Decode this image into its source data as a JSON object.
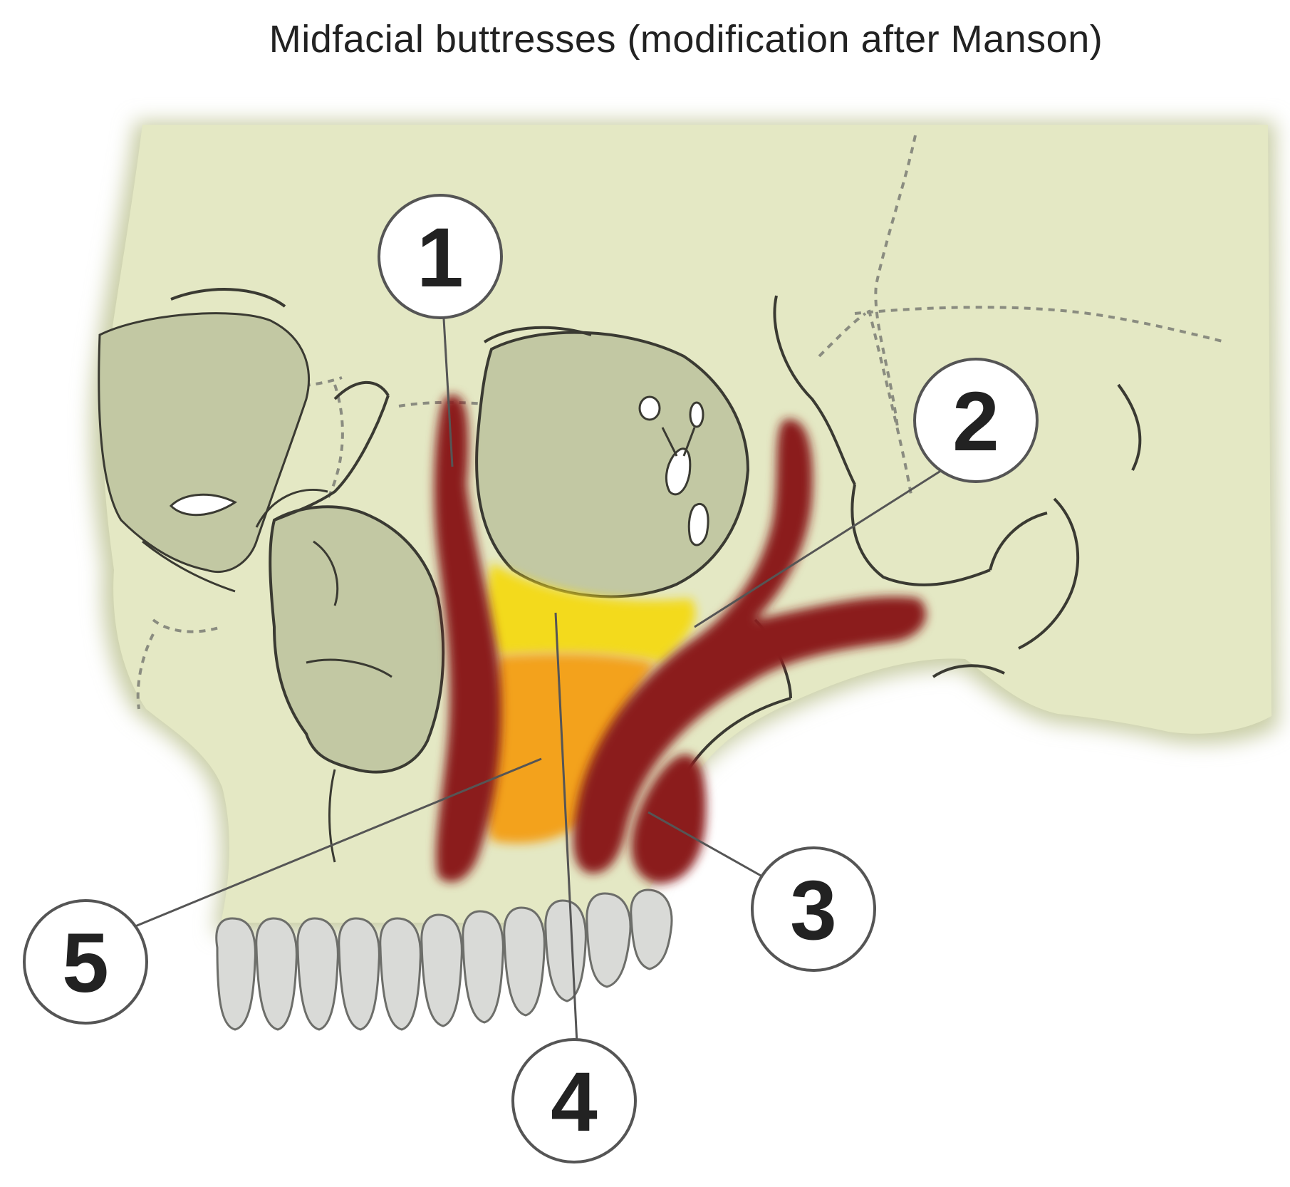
{
  "title": "Midfacial buttresses (modification after Manson)",
  "colors": {
    "bone": "#e4e8c4",
    "bone_shade": "#c9cea6",
    "cavity": "#bfc5a1",
    "outline": "#3a3a32",
    "suture": "#8a8c80",
    "buttress_red": "#8b1a1c",
    "buttress_yellow": "#f3da1e",
    "buttress_orange": "#f3a21d",
    "teeth": "#d9dad7",
    "leader": "#555555"
  },
  "callouts": [
    {
      "id": "1",
      "label": "1"
    },
    {
      "id": "2",
      "label": "2"
    },
    {
      "id": "3",
      "label": "3"
    },
    {
      "id": "4",
      "label": "4"
    },
    {
      "id": "5",
      "label": "5"
    }
  ]
}
